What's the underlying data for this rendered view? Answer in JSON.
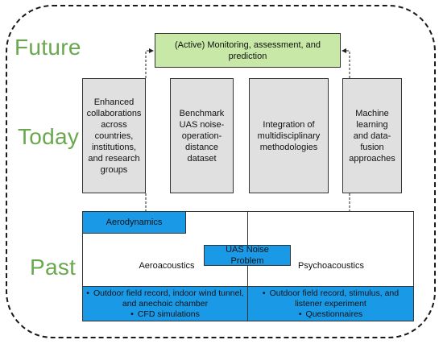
{
  "eras": {
    "future": "Future",
    "today": "Today",
    "past": "Past"
  },
  "future_box": "(Active) Monitoring, assessment, and prediction",
  "today_boxes": [
    "Enhanced collaborations across countries, institutions, and research groups",
    "Benchmark UAS noise-operation-distance dataset",
    "Integration of multidisciplinary methodologies",
    "Machine learning and data-fusion approaches"
  ],
  "past": {
    "aerodynamics": "Aerodynamics",
    "aeroacoustics": "Aeroacoustics",
    "psychoacoustics": "Psychoacoustics",
    "center_box": "UAS Noise Problem",
    "left_bullets": [
      "Outdoor field record, indoor wind tunnel, and anechoic chamber",
      "CFD simulations"
    ],
    "right_bullets": [
      "Outdoor field record, stimulus, and listener experiment",
      "Questionnaires"
    ]
  },
  "colors": {
    "era_label": "#6aa84f",
    "future_box": "#c7e8a6",
    "today_box": "#e0e0e0",
    "past_highlight": "#1a9ae6"
  }
}
